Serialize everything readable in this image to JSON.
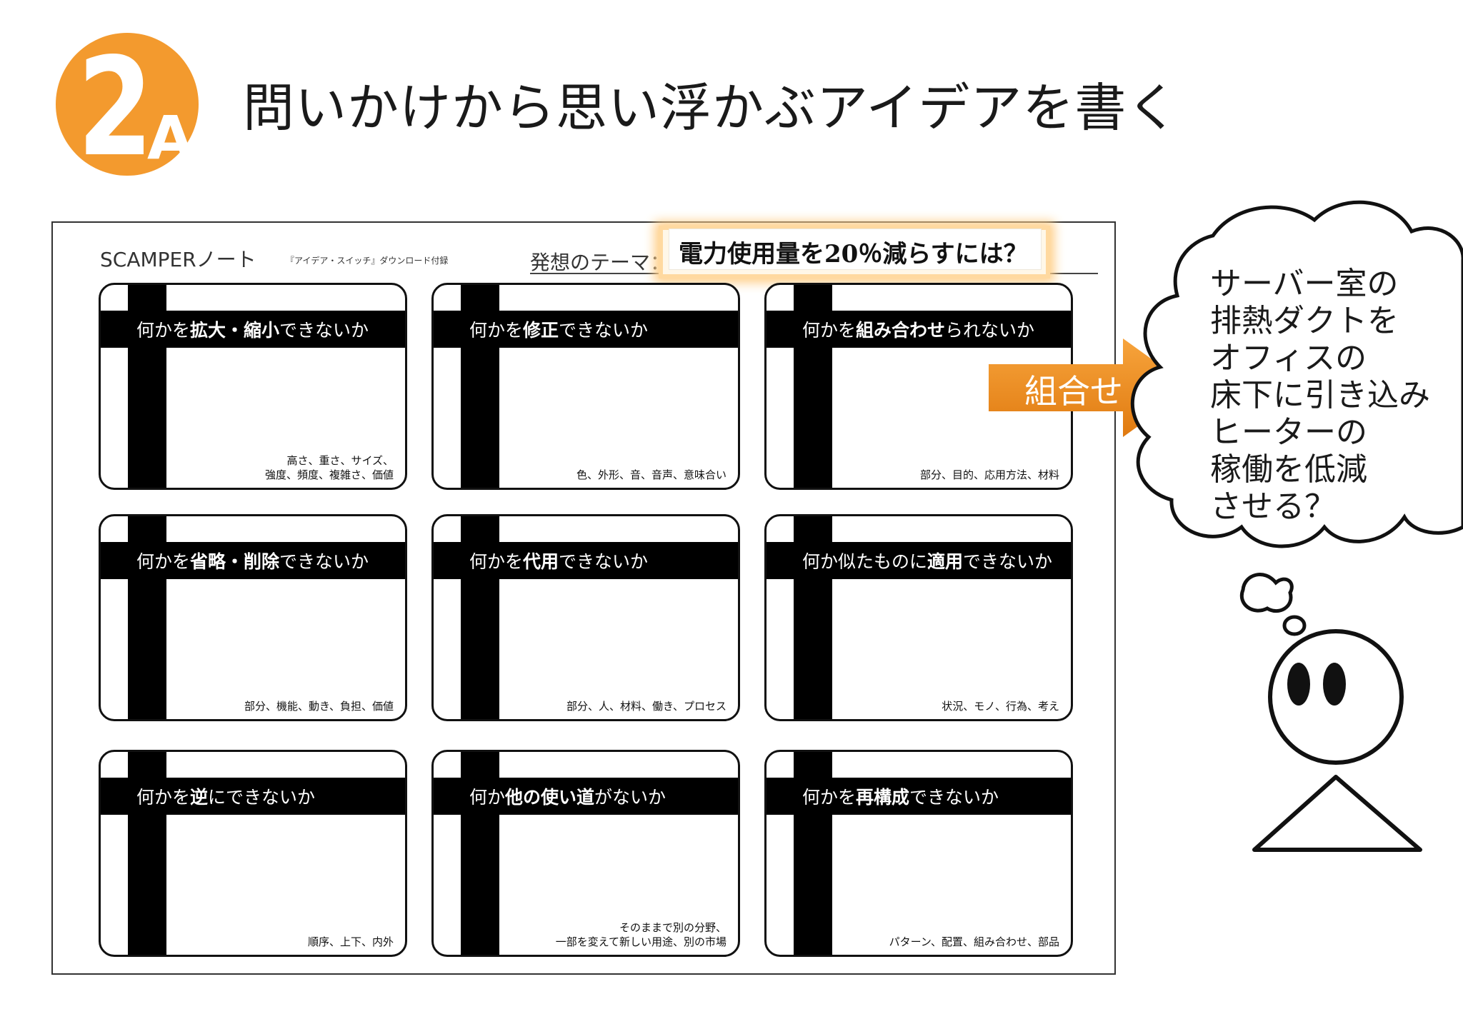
{
  "header": {
    "step_number": "2",
    "step_letter": "A",
    "title": "問いかけから思い浮かぶアイデアを書く"
  },
  "sheet": {
    "title": "SCAMPERノート",
    "source": "『アイデア・スイッチ』ダウンロード付録",
    "theme_label": "発想のテーマ：",
    "theme_value": "電力使用量を20％減らすには？"
  },
  "cards": [
    {
      "pre": "何かを",
      "bold": "拡大・縮小",
      "post": "できないか",
      "hint": [
        "高さ、重さ、サイズ、",
        "強度、頻度、複雑さ、価値"
      ]
    },
    {
      "pre": "何かを",
      "bold": "修正",
      "post": "できないか",
      "hint": [
        "色、外形、音、音声、意味合い"
      ]
    },
    {
      "pre": "何かを",
      "bold": "組み合わせ",
      "post": "られないか",
      "hint": [
        "部分、目的、応用方法、材料"
      ]
    },
    {
      "pre": "何かを",
      "bold": "省略・削除",
      "post": "できないか",
      "hint": [
        "部分、機能、動き、負担、価値"
      ]
    },
    {
      "pre": "何かを",
      "bold": "代用",
      "post": "できないか",
      "hint": [
        "部分、人、材料、働き、プロセス"
      ]
    },
    {
      "pre": "何か似たものに",
      "bold": "適用",
      "post": "できないか",
      "hint": [
        "状況、モノ、行為、考え"
      ]
    },
    {
      "pre": "何かを",
      "bold": "逆",
      "post": "にできないか",
      "hint": [
        "順序、上下、内外"
      ]
    },
    {
      "pre": "何か",
      "bold": "他の使い道",
      "post": "がないか",
      "hint": [
        "そのままで別の分野、",
        "一部を変えて新しい用途、別の市場"
      ]
    },
    {
      "pre": "何かを",
      "bold": "再構成",
      "post": "できないか",
      "hint": [
        "パターン、配置、組み合わせ、部品"
      ]
    }
  ],
  "arrow": {
    "label": "組合せ"
  },
  "thought": {
    "lines": [
      "サーバー室の",
      "排熱ダクトを",
      "オフィスの",
      "床下に引き込み",
      "ヒーターの",
      "稼働を低減",
      "させる？"
    ]
  },
  "colors": {
    "accent": "#F39A2E",
    "arrow_light": "#F7A43C",
    "arrow_dark": "#E07A10",
    "bar": "#000000"
  }
}
